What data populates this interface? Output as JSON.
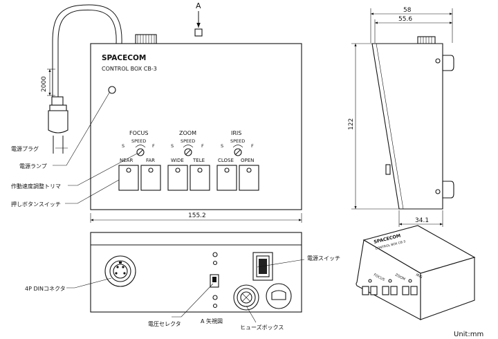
{
  "arrow_view_letter": "A",
  "front": {
    "brand": "SPACECOM",
    "model": "CONTROL   BOX   CB-3",
    "groups": [
      {
        "title": "FOCUS",
        "speed": "SPEED",
        "s": "S",
        "f": "F",
        "left": "NEAR",
        "right": "FAR"
      },
      {
        "title": "ZOOM",
        "speed": "SPEED",
        "s": "S",
        "f": "F",
        "left": "WIDE",
        "right": "TELE"
      },
      {
        "title": "IRIS",
        "speed": "SPEED",
        "s": "S",
        "f": "F",
        "left": "CLOSE",
        "right": "OPEN"
      }
    ]
  },
  "dimensions": {
    "cable_length": "2000",
    "width": "155.2",
    "height": "122",
    "depth_total": "58",
    "depth_top": "55.6",
    "depth_bottom": "34.1"
  },
  "labels": {
    "power_plug": "電源プラグ",
    "power_lamp": "電源ランプ",
    "speed_trimmer": "作動速度調整トリマ",
    "push_button": "押しボタンスイッチ",
    "din_connector": "4P DINコネクタ",
    "voltage_selector": "電圧セレクタ",
    "view_a": "A  矢視図",
    "fuse_box": "ヒューズボックス",
    "power_switch": "電源スイッチ"
  },
  "iso": {
    "brand": "SPACECOM",
    "model": "CONTROL  BOX  CB-3",
    "groups": [
      "FOCUS",
      "ZOOM",
      "IRIS"
    ]
  },
  "unit": "Unit:mm"
}
